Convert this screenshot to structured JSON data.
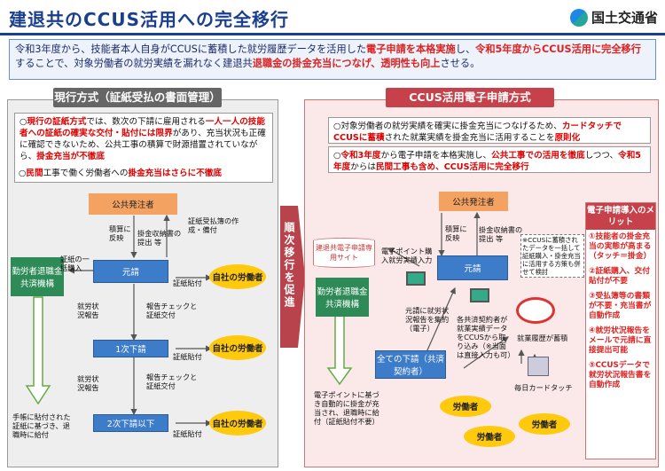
{
  "header": {
    "title": "建退共のCCUS活用への完全移行",
    "ministry": "国土交通省"
  },
  "intro": {
    "p1": "令和3年度から、技能者本人自身がCCUSに蓄積した就労履歴データを活用した",
    "p2": "電子申請を本格実施",
    "p3": "し、",
    "p4": "令和5年度からCCUS活用に完全移行",
    "p5": "することで、対象労働者の就労実績を漏れなく建退共",
    "p6": "退職金の掛金充当につなげ、透明性も向上",
    "p7": "させる。"
  },
  "left": {
    "heading": "現行方式（証紙受払の書面管理）",
    "note1a": "○",
    "note1b": "現行の証紙方式",
    "note1c": "では、数次の下請に雇用される",
    "note1d": "一人一人の技能者への証紙の確実な交付・貼付には限界",
    "note1e": "があり、充当状況も正確に確認できないため、公共工事の積算で財源措置されていながら、",
    "note1f": "掛金充当が不徹底",
    "note2a": "○",
    "note2b": "民間",
    "note2c": "工事で働く労働者への",
    "note2d": "掛金充当はさらに不徹底",
    "client": "公共発注者",
    "prime": "元請",
    "sub1": "1次下請",
    "sub2": "2次下請以下",
    "fund": "勤労者退職金共済機構",
    "worker": "自社の労働者",
    "l_bulk": "証紙の一括購入",
    "l_report": "積算に反映",
    "l_stamp": "掛金収納書の提出 等",
    "l_docs": "証紙受払簿の作成・備付",
    "l_attach": "証紙貼付",
    "l_work": "就労状況報告",
    "l_check": "報告チェックと証紙交付",
    "l_check2": "報告チェックと証紙交付",
    "l_work2": "就労状況報告",
    "l_handbook": "手帳に貼付された証紙に基づき、退職時に給付"
  },
  "middle": {
    "label": "順次移行を促進"
  },
  "right": {
    "heading": "CCUS活用電子申請方式",
    "n1a": "○対象労働者の就労実績を確実に掛金充当につなげるため、",
    "n1b": "カードタッチでCCUSに蓄積",
    "n1c": "された就業実績を掛金充当に活用することを",
    "n1d": "原則化",
    "n2a": "○",
    "n2b": "令和3年度",
    "n2c": "から電子申請を本格実施し、",
    "n2d": "公共工事での活用を徹底",
    "n2e": "しつつ、",
    "n2f": "令和5年度",
    "n2g": "からは",
    "n2h": "民間工事も含め、CCUS活用に完全移行",
    "client": "公共発注者",
    "prime": "元請",
    "subs": "全ての下請（共済契約者）",
    "fund": "勤労者退職金共済機構",
    "site": "建退共電子申請専用サイト",
    "worker": "労働者",
    "l_point": "電子ポイント購入就労実績入力",
    "l_report": "積算に反映",
    "l_stamp": "掛金収納書の提出 等",
    "l_ccus": "※CCUSに蓄積されたデータを一括して証紙購入・掛金充当に活用する方策も併せて検討",
    "l_sub": "元請に就労状況報告を集約（電子）",
    "l_sub2": "各共済契約者が就業実績データをCCUSから取り込み（※当面は直接入力も可）",
    "l_history": "就業履歴が蓄積",
    "l_card": "毎日カードタッチ",
    "l_fund": "電子ポイントに基づき自動的に掛金が充当され、退職時に給付（証紙貼付不要）"
  },
  "merit": {
    "title": "電子申請導入のメリット",
    "items": [
      "①技能者の掛金充当の実態が高まる（タッチ＝掛金）",
      "②証紙購入、交付貼付が不要",
      "③受払簿等の書類が不要・充当書が自動作成",
      "④就労状況報告をメールで元請に直接提出可能",
      "⑤CCUSデータで就労状況報告書を自動作成"
    ]
  }
}
